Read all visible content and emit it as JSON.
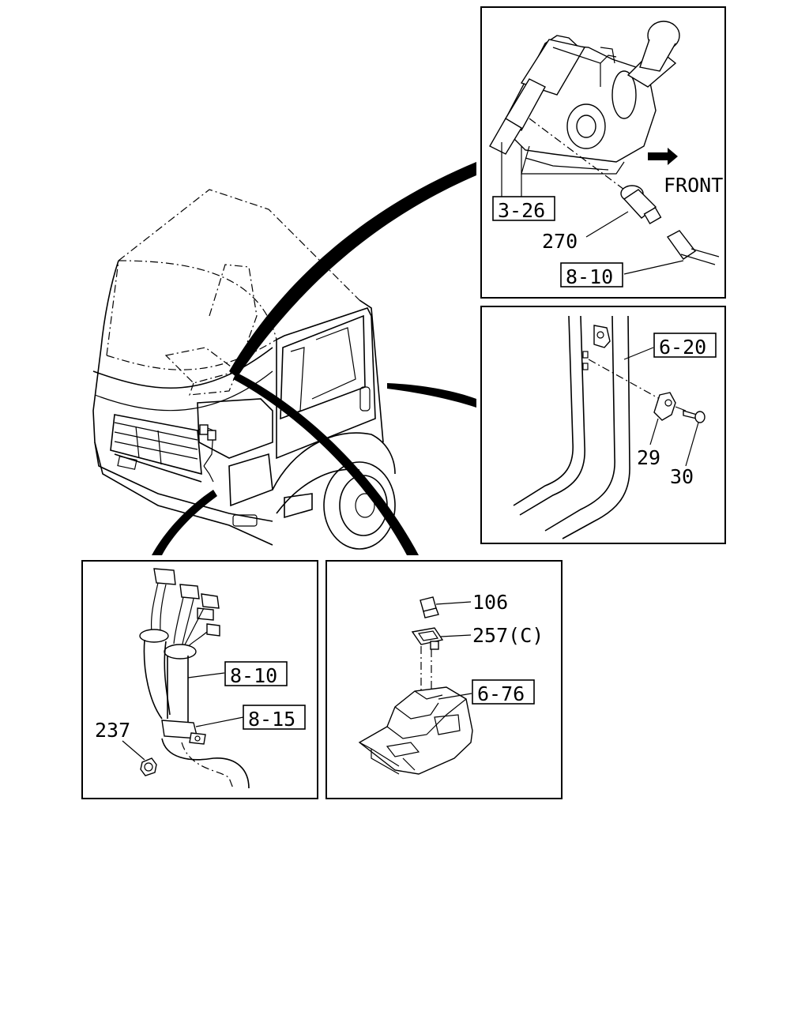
{
  "diagram": {
    "panel_top_right": {
      "ref_3_26": "3-26",
      "callout_270": "270",
      "ref_8_10": "8-10",
      "front_label": "FRONT"
    },
    "panel_mid_right": {
      "ref_6_20": "6-20",
      "callout_29": "29",
      "callout_30": "30"
    },
    "panel_bottom_left": {
      "ref_8_10": "8-10",
      "ref_8_15": "8-15",
      "callout_237": "237"
    },
    "panel_bottom_mid": {
      "callout_106": "106",
      "callout_257": "257(C)",
      "ref_6_76": "6-76"
    }
  }
}
